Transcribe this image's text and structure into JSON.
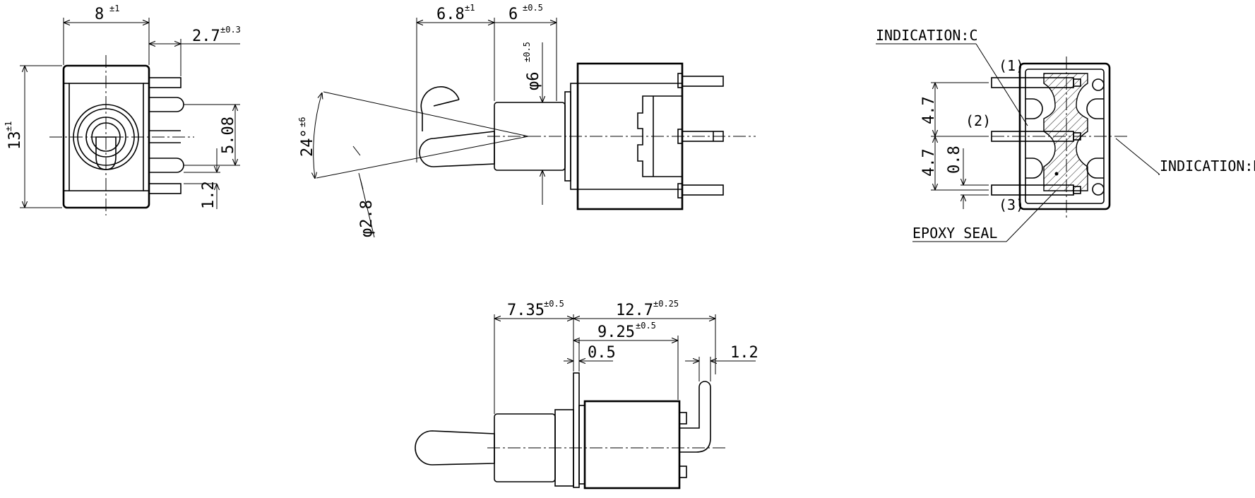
{
  "dims": {
    "front_width": "8",
    "front_width_tol": "±1",
    "front_pin_offset": "2.7",
    "front_pin_offset_tol": "±0.3",
    "front_height": "13",
    "front_height_tol": "±1",
    "front_pitch": "5.08",
    "front_pin_width": "1.2",
    "side_lever_len": "6.8",
    "side_lever_tol": "±1",
    "side_bushing_len": "6",
    "side_bushing_tol": "±0.5",
    "side_bushing_dia": "φ6",
    "side_bushing_dia_tol": "±0.5",
    "side_angle": "24°",
    "side_angle_tol": "±6",
    "side_lever_dia": "φ2.8",
    "rear_pitch_1": "4.7",
    "rear_pitch_2": "4.7",
    "rear_pin_width": "0.8",
    "bottom_lever_len": "7.35",
    "bottom_lever_tol": "±0.5",
    "bottom_total_len": "12.7",
    "bottom_total_tol": "±0.25",
    "bottom_body_len": "9.25",
    "bottom_body_tol": "±0.5",
    "bottom_flange": "0.5",
    "bottom_pin_width": "1.2"
  },
  "labels": {
    "indication_c": "INDICATION:C",
    "indication_d": "INDICATION:D",
    "pin_1": "(1)",
    "pin_2": "(2)",
    "pin_3": "(3)",
    "epoxy_seal": "EPOXY SEAL"
  }
}
